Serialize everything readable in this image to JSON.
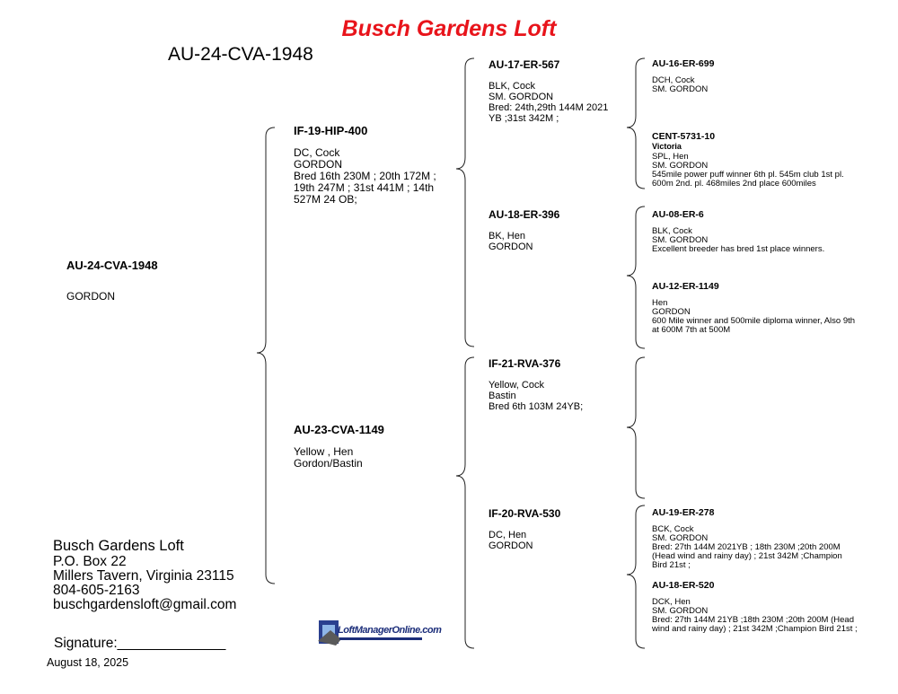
{
  "header": {
    "loft_name": "Busch Gardens Loft",
    "ring_number": "AU-24-CVA-1948"
  },
  "subject": {
    "band": "AU-24-CVA-1948",
    "details": [
      "GORDON"
    ]
  },
  "sire": {
    "band": "IF-19-HIP-400",
    "details": [
      "DC, Cock",
      "GORDON",
      "Bred 16th 230M ; 20th 172M ; 19th 247M ; 31st 441M ; 14th 527M 24 OB;"
    ]
  },
  "dam": {
    "band": "AU-23-CVA-1149",
    "details": [
      "Yellow , Hen",
      "Gordon/Bastin"
    ]
  },
  "grandparents": [
    {
      "band": "AU-17-ER-567",
      "details": [
        "BLK, Cock",
        "SM. GORDON",
        "Bred: 24th,29th 144M 2021 YB ;31st 342M ;"
      ]
    },
    {
      "band": "AU-18-ER-396",
      "details": [
        "BK, Hen",
        "GORDON"
      ]
    },
    {
      "band": "IF-21-RVA-376",
      "details": [
        "Yellow, Cock",
        "Bastin",
        "Bred 6th 103M 24YB;"
      ]
    },
    {
      "band": "IF-20-RVA-530",
      "details": [
        "DC, Hen",
        "GORDON"
      ]
    }
  ],
  "great_grandparents": [
    {
      "band": "AU-16-ER-699",
      "name": "",
      "details": [
        "DCH, Cock",
        "SM. GORDON"
      ]
    },
    {
      "band": "CENT-5731-10",
      "name": "Victoria",
      "details": [
        "SPL, Hen",
        "SM. GORDON",
        "545mile power puff winner 6th pl. 545m club 1st pl. 600m 2nd. pl. 468miles 2nd place 600miles"
      ]
    },
    {
      "band": "AU-08-ER-6",
      "name": "",
      "details": [
        "BLK, Cock",
        "SM. GORDON",
        "Excellent breeder has bred 1st place winners."
      ]
    },
    {
      "band": "AU-12-ER-1149",
      "name": "",
      "details": [
        "Hen",
        "GORDON",
        "600 Mile winner and 500mile diploma winner, Also 9th at 600M 7th at 500M"
      ]
    },
    {
      "band": "AU-19-ER-278",
      "name": "",
      "details": [
        "BCK, Cock",
        "SM. GORDON",
        "Bred: 27th 144M 2021YB ; 18th 230M ;20th 200M (Head wind and rainy day) ; 21st 342M ;Champion Bird 21st ;"
      ]
    },
    {
      "band": "AU-18-ER-520",
      "name": "",
      "details": [
        "DCK, Hen",
        "SM. GORDON",
        "Bred: 27th 144M 21YB ;18th 230M ;20th 200M (Head wind and rainy day) ; 21st 342M ;Champion Bird 21st ;"
      ]
    }
  ],
  "contact": {
    "name": "Busch Gardens Loft",
    "address1": "P.O. Box 22",
    "address2": "Millers Tavern, Virginia 23115",
    "phone": "804-605-2163",
    "email": "buschgardensloft@gmail.com"
  },
  "signature_label": "Signature:______________",
  "date": "August 18, 2025",
  "logo": {
    "text": "LoftManagerOnline.com",
    "icon": "loft-manager-logo-icon"
  },
  "colors": {
    "title": "#e8141b"
  }
}
